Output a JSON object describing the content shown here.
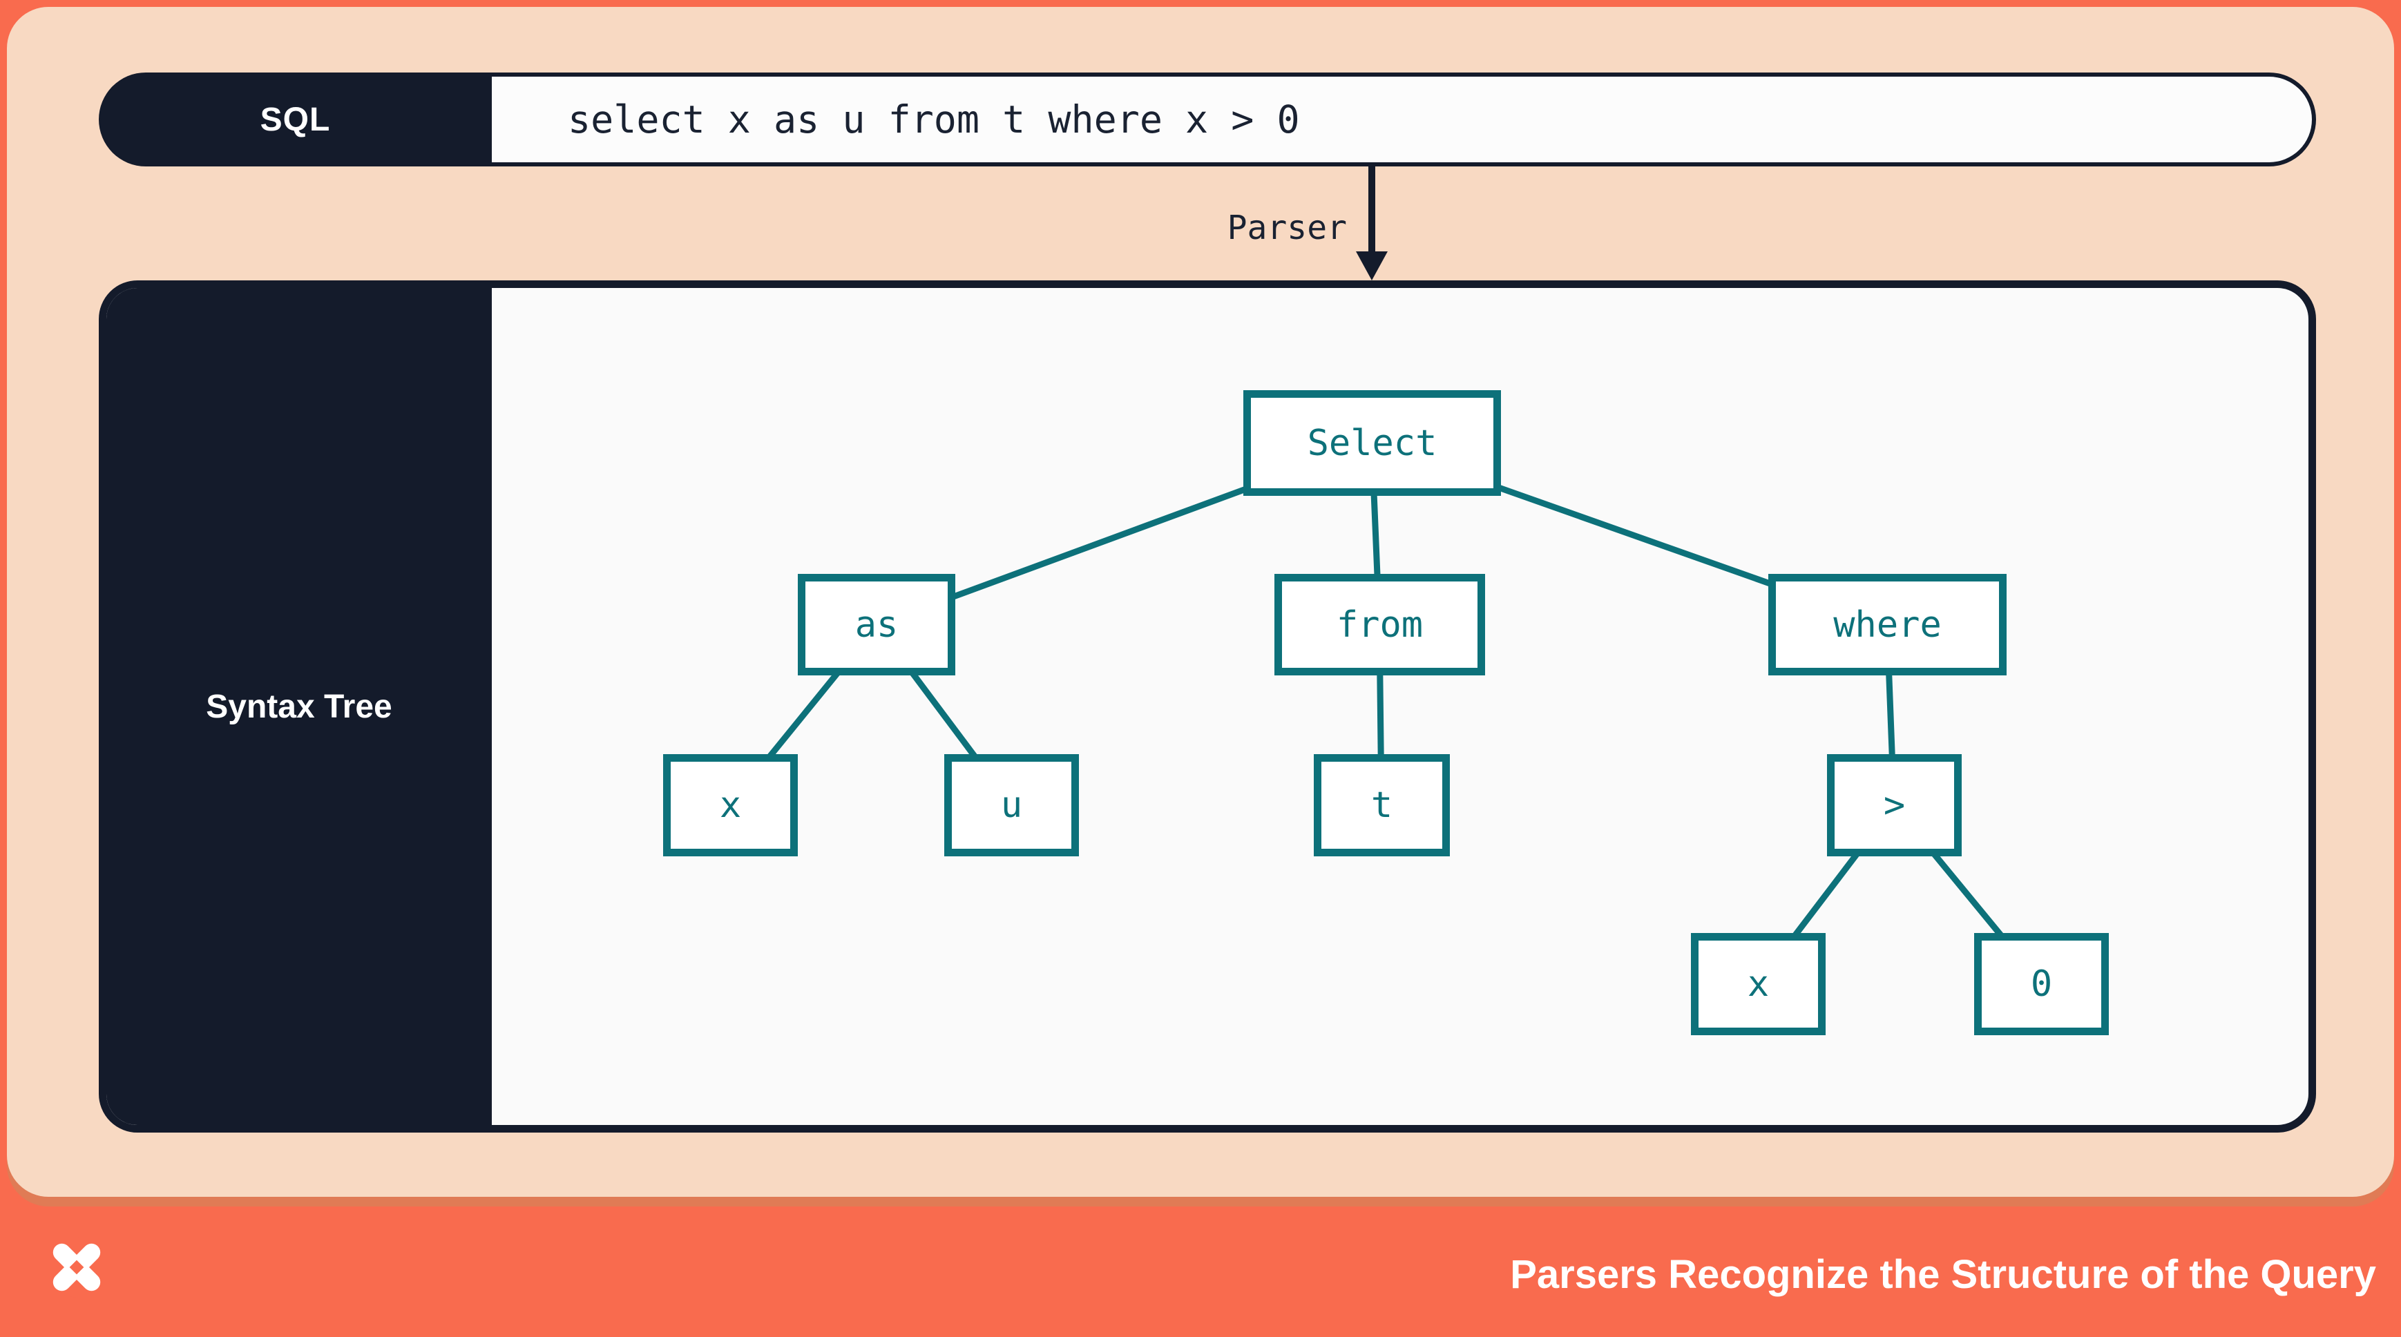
{
  "colors": {
    "coral": "#F96B4E",
    "coral_shadow": "#E07B55",
    "peach": "#F8D9C2",
    "navy": "#141B2B",
    "teal": "#0D717A",
    "panel_bg": "#FAFAFA"
  },
  "sql_bar": {
    "label": "SQL",
    "code": "select x as u from t where x > 0"
  },
  "parser": {
    "label": "Parser"
  },
  "tree_panel": {
    "label": "Syntax Tree",
    "nodes": [
      {
        "id": "select",
        "label": "Select"
      },
      {
        "id": "as",
        "label": "as"
      },
      {
        "id": "from",
        "label": "from"
      },
      {
        "id": "where",
        "label": "where"
      },
      {
        "id": "x1",
        "label": "x"
      },
      {
        "id": "u",
        "label": "u"
      },
      {
        "id": "t",
        "label": "t"
      },
      {
        "id": "gt",
        "label": ">"
      },
      {
        "id": "x2",
        "label": "x"
      },
      {
        "id": "zero",
        "label": "0"
      }
    ],
    "edges": [
      [
        "select",
        "as"
      ],
      [
        "select",
        "from"
      ],
      [
        "select",
        "where"
      ],
      [
        "as",
        "x1"
      ],
      [
        "as",
        "u"
      ],
      [
        "from",
        "t"
      ],
      [
        "where",
        "gt"
      ],
      [
        "gt",
        "x2"
      ],
      [
        "gt",
        "zero"
      ]
    ]
  },
  "footer": {
    "caption": "Parsers Recognize the Structure of the Query",
    "logo_icon": "four-point-star-x-icon"
  }
}
